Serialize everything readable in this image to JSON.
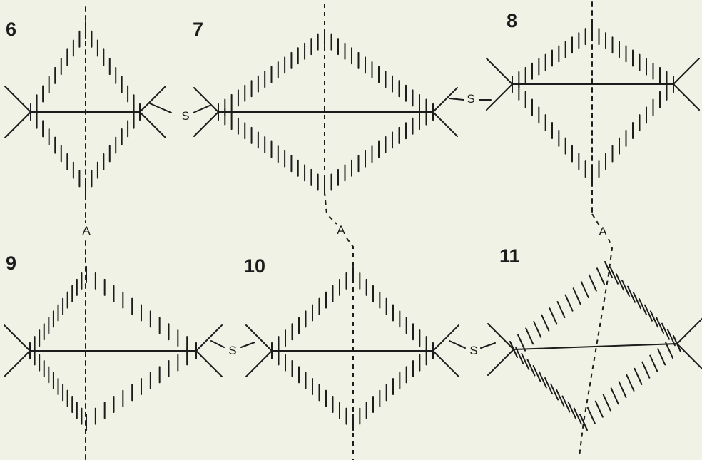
{
  "figures": [
    {
      "number": "6",
      "axis_label": "A",
      "side_label": "S"
    },
    {
      "number": "7",
      "axis_label": "A",
      "side_label": "S"
    },
    {
      "number": "8",
      "axis_label": "A",
      "side_label": "S"
    },
    {
      "number": "9",
      "axis_label": "",
      "side_label": "S"
    },
    {
      "number": "10",
      "axis_label": "",
      "side_label": "S"
    },
    {
      "number": "11",
      "axis_label": "",
      "side_label": ""
    }
  ],
  "colors": {
    "background": "#f1f2e6",
    "ink": "#1c1c1c"
  }
}
